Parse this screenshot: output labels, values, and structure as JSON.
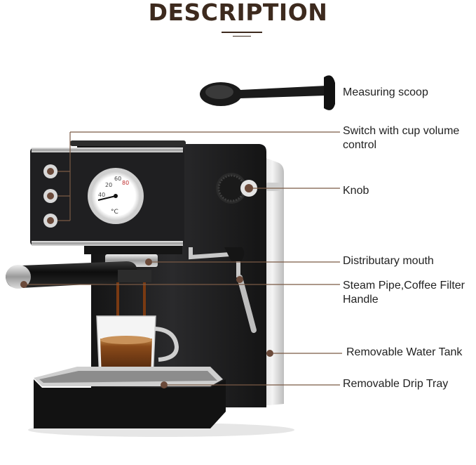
{
  "heading": "DESCRIPTION",
  "callouts": [
    {
      "id": "scoop",
      "text": "Measuring scoop"
    },
    {
      "id": "switch",
      "text": "Switch with cup volume control"
    },
    {
      "id": "knob",
      "text": "Knob"
    },
    {
      "id": "mouth",
      "text": "Distributary mouth"
    },
    {
      "id": "steam",
      "text": "Steam Pipe,Coffee Filter Handle"
    },
    {
      "id": "tank",
      "text": "Removable Water Tank"
    },
    {
      "id": "tray",
      "text": "Removable Drip Tray"
    }
  ],
  "gauge_numbers": [
    "20",
    "40",
    "60",
    "80"
  ],
  "gauge_unit": "°C",
  "colors": {
    "heading": "#3d2a1e",
    "leader_line": "#7a5a45",
    "marker_dot": "#6b4a3a",
    "machine_body": "#1c1c1e",
    "coffee": "#5a2c0e"
  }
}
